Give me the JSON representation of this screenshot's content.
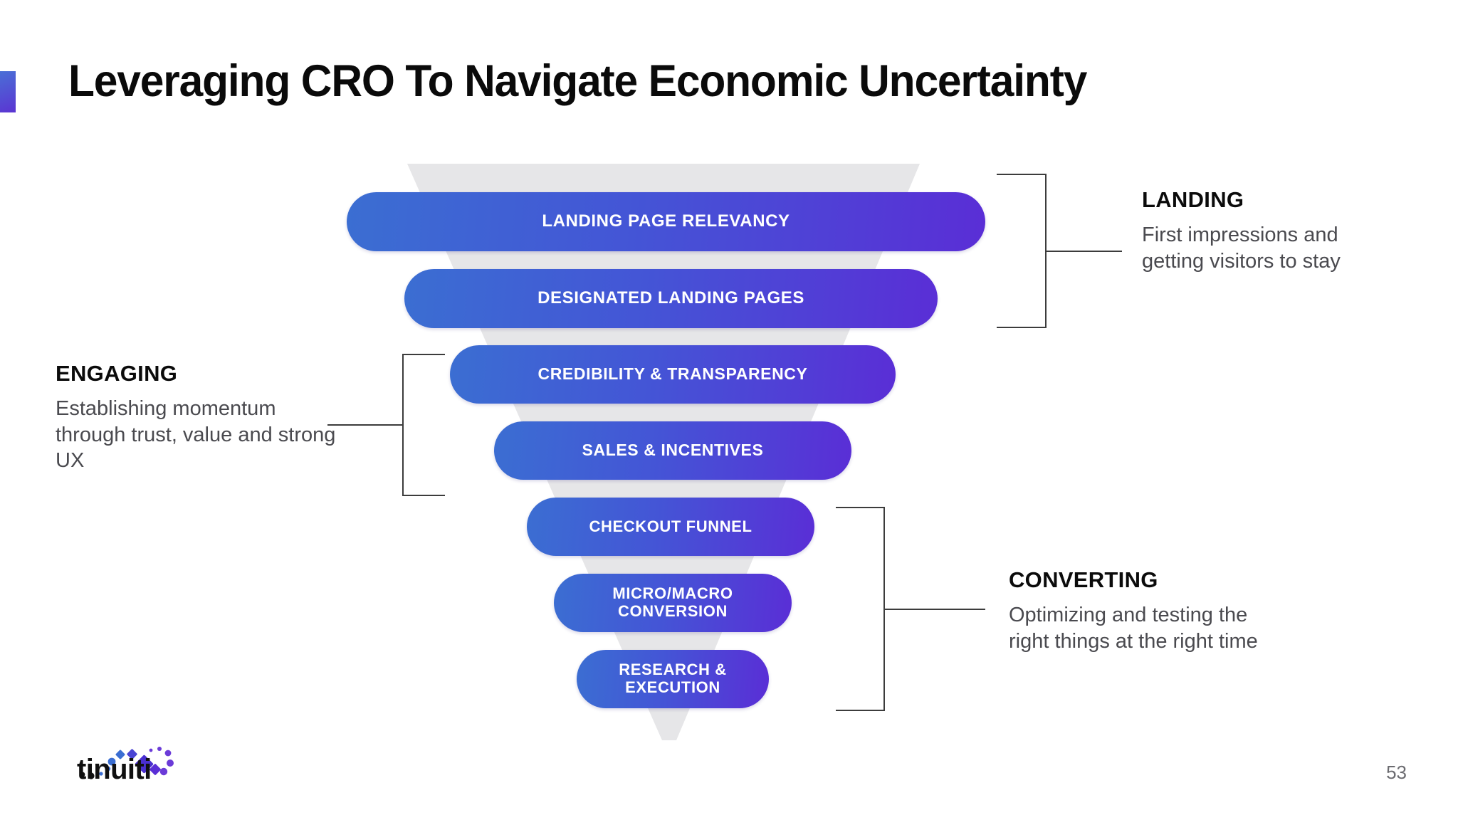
{
  "slide": {
    "title": "Leveraging CRO To Navigate Economic Uncertainty",
    "page_number": "53",
    "accent_color": "#5b34d2",
    "bar_gradient_from": "#3b6ed2",
    "bar_gradient_to": "#5a2ed6",
    "funnel_bg_color": "#e6e6e8"
  },
  "chart_data": {
    "type": "funnel",
    "title": "Leveraging CRO To Navigate Economic Uncertainty",
    "stages": [
      {
        "label": "LANDING PAGE RELEVANCY",
        "group": "LANDING",
        "width_pct": 100
      },
      {
        "label": "DESIGNATED LANDING PAGES",
        "group": "LANDING",
        "width_pct": 84
      },
      {
        "label": "CREDIBILITY & TRANSPARENCY",
        "group": "ENGAGING",
        "width_pct": 70
      },
      {
        "label": "SALES & INCENTIVES",
        "group": "ENGAGING",
        "width_pct": 56
      },
      {
        "label": "CHECKOUT FUNNEL",
        "group": "CONVERTING",
        "width_pct": 45
      },
      {
        "label": "MICRO/MACRO\nCONVERSION",
        "group": "CONVERTING",
        "width_pct": 37
      },
      {
        "label": "RESEARCH &\nEXECUTION",
        "group": "CONVERTING",
        "width_pct": 30
      }
    ],
    "groups": [
      {
        "name": "LANDING",
        "description": "First impressions and getting visitors to stay",
        "side": "right"
      },
      {
        "name": "ENGAGING",
        "description": "Establishing momentum through trust, value and strong UX",
        "side": "left"
      },
      {
        "name": "CONVERTING",
        "description": "Optimizing and testing the right things at the right time",
        "side": "right"
      }
    ]
  },
  "bars": [
    {
      "text_line1": "LANDING PAGE RELEVANCY",
      "text_line2": ""
    },
    {
      "text_line1": "DESIGNATED LANDING PAGES",
      "text_line2": ""
    },
    {
      "text_line1": "CREDIBILITY & TRANSPARENCY",
      "text_line2": ""
    },
    {
      "text_line1": "SALES & INCENTIVES",
      "text_line2": ""
    },
    {
      "text_line1": "CHECKOUT FUNNEL",
      "text_line2": ""
    },
    {
      "text_line1": "MICRO/MACRO",
      "text_line2": "CONVERSION"
    },
    {
      "text_line1": "RESEARCH &",
      "text_line2": "EXECUTION"
    }
  ],
  "annotations": {
    "landing": {
      "heading": "LANDING",
      "body": "First impressions and getting visitors to stay"
    },
    "engaging": {
      "heading": "ENGAGING",
      "body": "Establishing momentum through trust, value and strong UX"
    },
    "converting": {
      "heading": "CONVERTING",
      "body": "Optimizing and testing the right things at the right time"
    }
  },
  "footer": {
    "logo_text": "tinuiti",
    "page_number": "53"
  }
}
